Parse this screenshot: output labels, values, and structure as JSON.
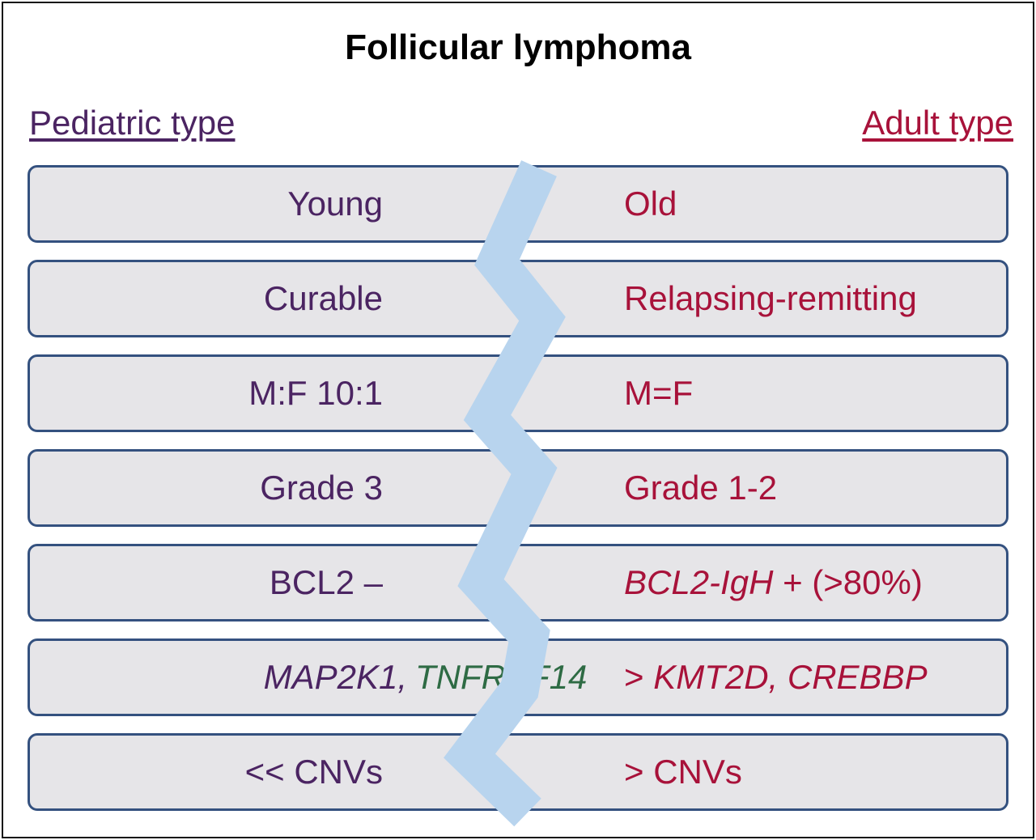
{
  "title": "Follicular lymphoma",
  "headers": {
    "left": "Pediatric type",
    "right": "Adult type"
  },
  "colors": {
    "pediatric": "#4b2462",
    "adult": "#a8123a",
    "gene_green": "#2e6b44",
    "row_fill": "#e6e5e8",
    "row_border": "#34517f",
    "divider": "#b8d4ee"
  },
  "rows": {
    "age": {
      "left": "Young",
      "right": "Old"
    },
    "course": {
      "left": "Curable",
      "right": "Relapsing-remitting"
    },
    "sex": {
      "left": "M:F 10:1",
      "right": "M=F"
    },
    "grade": {
      "left": "Grade 3",
      "right": "Grade 1-2"
    },
    "bcl2": {
      "left": "BCL2 –",
      "right_gene": "BCL2-IgH",
      "right_rest": " + (>80%)"
    },
    "mutations": {
      "left_gene": "MAP2K1,",
      "shared_gene": "TNFRSF14",
      "right_prefix": "> ",
      "right_genes": "KMT2D, CREBBP"
    },
    "cnv": {
      "left": "<< CNVs",
      "right": "> CNVs"
    }
  }
}
